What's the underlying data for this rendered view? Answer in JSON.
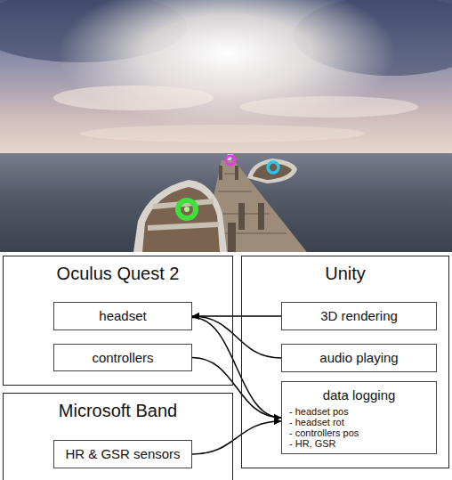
{
  "diagram": {
    "nodes": [
      {
        "text": [
          "Oculus Quest 2"
        ]
      },
      {
        "text": [
          "headset"
        ],
        "in": 0
      },
      {
        "text": [
          "controllers"
        ],
        "in": 0
      },
      {
        "text": [
          "Unity"
        ]
      },
      {
        "text": [
          "3D rendering"
        ],
        "in": 3
      },
      {
        "text": [
          "audio playing"
        ],
        "in": 3
      },
      {
        "text": [
          "data logging",
          "- headset pos",
          "- headset rot",
          "- controllers pos",
          "- HR, GSR"
        ],
        "in": 3
      },
      {
        "text": [
          "Microsoft Band"
        ]
      },
      {
        "text": [
          "HR & GSR sensors"
        ],
        "in": 7
      }
    ],
    "edges": [
      {
        "from": 4,
        "to": 1,
        "arrow": "to"
      },
      {
        "from": 5,
        "to": 1,
        "arrow": "to"
      },
      {
        "from": 1,
        "to": 6,
        "arrow": "to"
      },
      {
        "from": 2,
        "to": 6,
        "arrow": "to"
      },
      {
        "from": 8,
        "to": 6,
        "arrow": "to"
      }
    ]
  }
}
